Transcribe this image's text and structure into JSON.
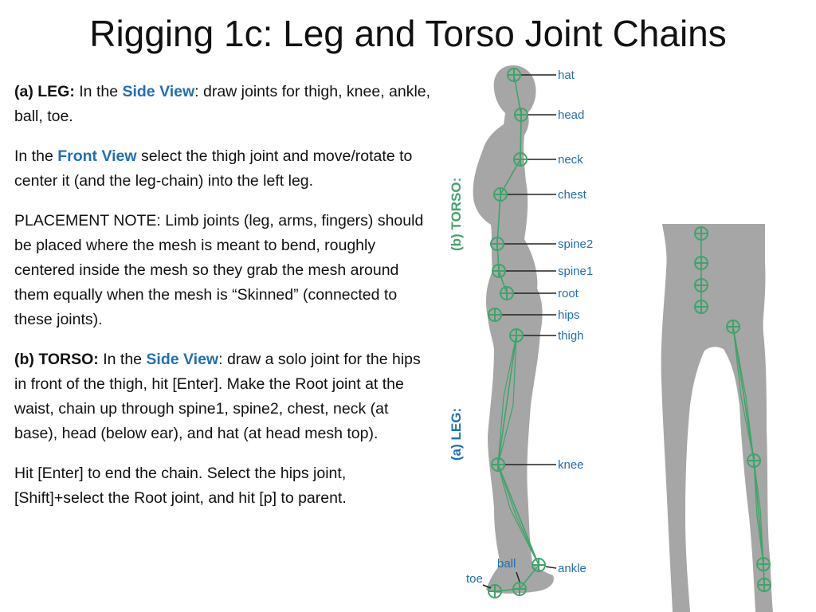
{
  "title": "Rigging 1c: Leg and Torso Joint Chains",
  "paragraphs": {
    "p1": {
      "lead": "(a) LEG:",
      "t1": " In the ",
      "view": "Side View",
      "t2": ": draw joints for thigh, knee, ankle, ball, toe."
    },
    "p2": {
      "t1": "In the ",
      "view": "Front View",
      "t2": " select the thigh joint and move/rotate to center it (and the leg-chain) into the left leg."
    },
    "p3": {
      "text": "PLACEMENT NOTE: Limb joints (leg, arms, fingers) should be placed where the mesh is meant to bend, roughly centered inside the mesh so they grab the mesh around them equally when the mesh is “Skinned” (connected to these joints)."
    },
    "p4": {
      "lead": "(b) TORSO:",
      "t1": " In the ",
      "view": "Side View",
      "t2": ": draw a solo joint for the hips in front of the thigh, hit [Enter]. Make the Root joint at the waist, chain up through spine1, spine2, chest, neck (at base), head (below ear), and hat (at head mesh top)."
    },
    "p5": {
      "text": "Hit [Enter] to end the chain. Select the hips joint, [Shift]+select the Root joint, and hit [p] to parent."
    }
  },
  "figure": {
    "torso_label": "(b) TORSO:",
    "leg_label": "(a) LEG:",
    "joint_labels": {
      "hat": "hat",
      "head": "head",
      "neck": "neck",
      "chest": "chest",
      "spine2": "spine2",
      "spine1": "spine1",
      "root": "root",
      "hips": "hips",
      "thigh": "thigh",
      "knee": "knee",
      "ankle": "ankle",
      "ball": "ball",
      "toe": "toe"
    },
    "colors": {
      "mesh": "#a6a6a6",
      "joint": "#3fa46a",
      "label": "#1f6fb5",
      "accent": "#1f6fb5"
    }
  }
}
